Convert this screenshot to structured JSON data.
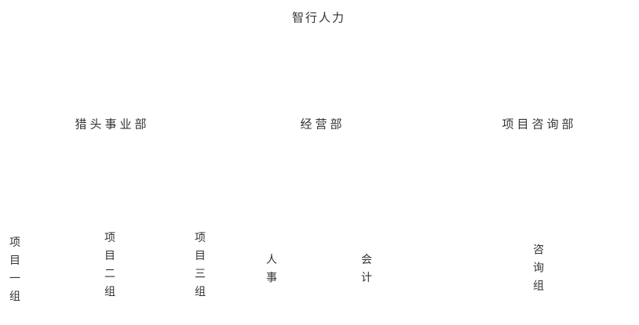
{
  "page": {
    "background_color": "#ffffff",
    "text_color": "#333333"
  },
  "org_chart": {
    "type": "org-tree",
    "root": {
      "label": "智行人力"
    },
    "departments": [
      {
        "label": "猎头事业部",
        "children": [
          {
            "label": "项目一组"
          },
          {
            "label": "项目二组"
          },
          {
            "label": "项目三组"
          }
        ]
      },
      {
        "label": "经营部",
        "children": [
          {
            "label": "人事"
          },
          {
            "label": "会计"
          }
        ]
      },
      {
        "label": "项目咨询部",
        "children": [
          {
            "label": "咨询组"
          }
        ]
      }
    ]
  }
}
